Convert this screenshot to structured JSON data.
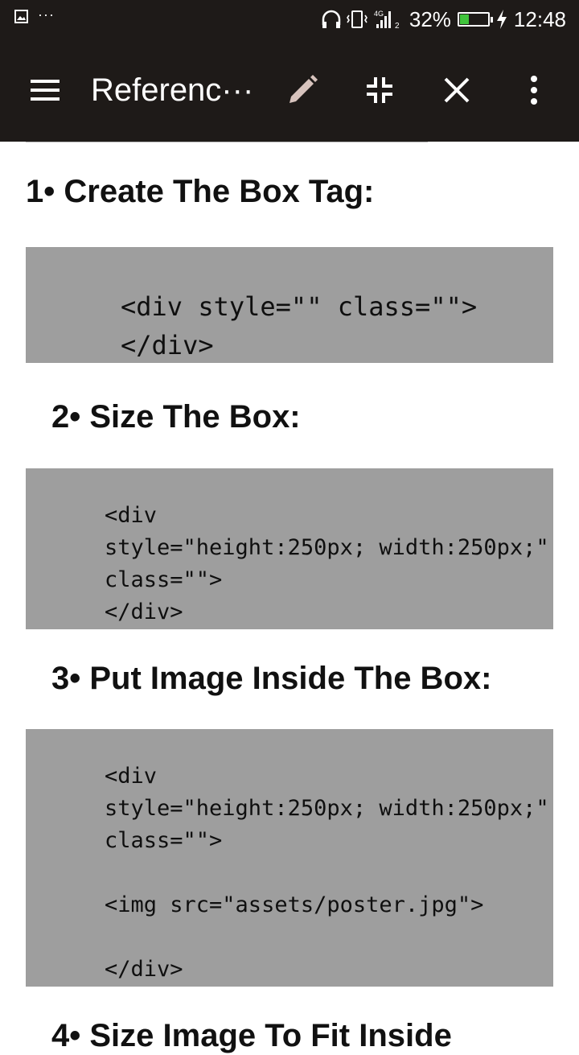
{
  "status_bar": {
    "ellipsis": "···",
    "network": "4G",
    "sim": "2",
    "battery": "32%",
    "battery_level": 0.32,
    "time": "12:48",
    "icons": [
      "image-icon",
      "headphones-icon",
      "vibrate-icon",
      "signal-icon",
      "battery-icon",
      "charging-icon"
    ]
  },
  "app_bar": {
    "title": "Referenc···",
    "icons": [
      "menu-icon",
      "edit-icon",
      "collapse-icon",
      "close-icon",
      "more-vert-icon"
    ]
  },
  "sections": [
    {
      "heading": "1• Create The Box Tag:",
      "code": "<div style=\"\" class=\"\">\n</div>"
    },
    {
      "heading": "2• Size The Box:",
      "code": "<div\nstyle=\"height:250px; width:250px;\"\nclass=\"\">\n</div>"
    },
    {
      "heading": "3• Put Image Inside The Box:",
      "code": "<div\nstyle=\"height:250px; width:250px;\"\nclass=\"\">\n\n<img src=\"assets/poster.jpg\">\n\n</div>"
    },
    {
      "heading": "4• Size Image To Fit Inside"
    }
  ],
  "colors": {
    "bar_background": "#1e1a18",
    "code_background": "#9e9e9e",
    "battery_green": "#41c43c",
    "edit_icon": "#d7c3bd"
  }
}
